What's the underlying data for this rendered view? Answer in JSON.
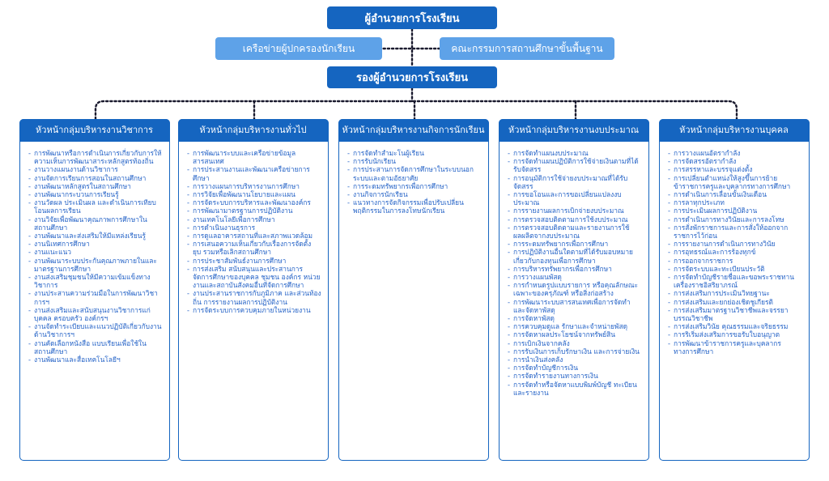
{
  "director": "ผู้อำนวยการโรงเรียน",
  "left_side": "เครือข่ายผู้ปกครองนักเรียน",
  "right_side": "คณะกรรมการสถานศึกษาขั้นพื้นฐาน",
  "deputy": "รองผู้อำนวยการโรงเรียน",
  "colors": {
    "primary": "#1565c0",
    "secondary": "#5ea2e8",
    "text": "#2563c7"
  },
  "columns": [
    {
      "title": "หัวหน้ากลุ่มบริหารงานวิชาการ",
      "items": [
        "การพัฒนาหรือการดำเนินการเกี่ยวกับการให้ความเห็นการพัฒนาสาระหลักสูตรท้องถิ่น",
        "งานวางแผนงานด้านวิชาการ",
        "งานจัดการเรียนการสอนในสถานศึกษา",
        "งานพัฒนาหลักสูตรในสถานศึกษา",
        "งานพัฒนากระบวนการเรียนรู้",
        "งานวัดผล ประเมินผล และดำเนินการเทียบโอนผลการเรียน",
        "งานวิจัยเพื่อพัฒนาคุณภาพการศึกษาในสถานศึกษา",
        "งานพัฒนาและส่งเสริมให้มีแหล่งเรียนรู้",
        "งานนิเทศการศึกษา",
        "งานแนะแนว",
        "งานพัฒนาระบบประกันคุณภาพภายในและมาตรฐานการศึกษา",
        "งานส่งเสริมชุมชนให้มีความเข้มแข็งทางวิชาการ",
        "งานประสานความร่วมมือในการพัฒนาวิชาการฯ",
        "งานส่งเสริมและสนับสนุนงานวิชาการแก่บุคคล ครอบครัว องค์กรฯ",
        "งานจัดทำระเบียบและแนวปฏิบัติเกี่ยวกับงานด้านวิชาการฯ",
        "งานคัดเลือกหนังสือ แบบเรียนเพื่อใช้ในสถานศึกษา",
        "งานพัฒนาและสื่อเทคโนโลยีฯ"
      ]
    },
    {
      "title": "หัวหน้ากลุ่มบริหารงานทั่วไป",
      "items": [
        "การพัฒนาระบบและเครือข่ายข้อมูลสารสนเทศ",
        "การประสานงานและพัฒนาเครือข่ายการศึกษา",
        "การวางแผนการบริหารงานการศึกษา",
        "การวิจัยเพื่อพัฒนานโยบายและแผน",
        "การจัดระบบการบริหารและพัฒนาองค์กร",
        "การพัฒนามาตรฐานการปฏิบัติงาน",
        "งานเทคโนโลยีเพื่อการศึกษา",
        "การดำเนินงานธุรการ",
        "การดูแลอาคารสถานที่และสภาพแวดล้อม",
        "การเสนอความเห็นเกี่ยวกับเรื่องการจัดตั้ง ยุบ รวมหรือเลิกสถานศึกษา",
        "การประชาสัมพันธ์งานการศึกษา",
        "การส่งเสริม สนับสนุนและประสานการจัดการศึกษาของบุคคล ชุมชน องค์กร หน่วยงานและสถาบันสังคมอื่นที่จัดการศึกษา",
        "งานประสานราชการกับภูมิภาค และส่วนท้องถิ่น การรายงานผลการปฏิบัติงาน",
        "การจัดระบบการควบคุมภายในหน่วยงาน"
      ]
    },
    {
      "title": "หัวหน้ากลุ่มบริหารงานกิจการนักเรียน",
      "items": [
        "การจัดทำสำมะโนผู้เรียน",
        "การรับนักเรียน",
        "การประสานการจัดการศึกษาในระบบนอกระบบและตามอัธยาศัย",
        "การระดมทรัพยากรเพื่อการศึกษา",
        "งานกิจการนักเรียน",
        "แนวทางการจัดกิจกรรมเพื่อปรับเปลี่ยนพฤติกรรมในการลงโทษนักเรียน"
      ]
    },
    {
      "title": "หัวหน้ากลุ่มบริหารงานงบประมาณ",
      "items": [
        "การจัดทำแผนงบประมาณ",
        "การจัดทำแผนปฏิบัติการใช้จ่ายเงินตามที่ได้รับจัดสรร",
        "การอนุมัติการใช้จ่ายงบประมาณที่ได้รับจัดสรร",
        "การขอโอนและการขอเปลี่ยนแปลงงบประมาณ",
        "การรายงานผลการเบิกจ่ายงบประมาณ",
        "การตรวจสอบติดตามการใช้งบประมาณ",
        "การตรวจสอบติดตามและรายงานการใช้ผลผลิตจากงบประมาณ",
        "การระดมทรัพยากรเพื่อการศึกษา",
        "การปฏิบัติงานอื่นใดตามที่ได้รับมอบหมายเกี่ยวกับกองทุนเพื่อการศึกษา",
        "การบริหารทรัพยากรเพื่อการศึกษา",
        "การวางแผนพัสดุ",
        "การกำหนดรูปแบบรายการ หรือคุณลักษณะเฉพาะของครุภัณฑ์ หรือสิ่งก่อสร้าง",
        "การพัฒนาระบบสารสนเทศเพื่อการจัดทำและจัดหาพัสดุ",
        "การจัดหาพัสดุ",
        "การควบคุมดูแล รักษาและจำหน่ายพัสดุ",
        "การจัดหาผลประโยชน์จากทรัพย์สิน",
        "การเบิกเงินจากคลัง",
        "การรับเงินการเก็บรักษาเงิน และการจ่ายเงิน",
        "การนำเงินส่งคลัง",
        "การจัดทำบัญชีการเงิน",
        "การจัดทำรายงานทางการเงิน",
        "การจัดทำหรือจัดหาแบบพิมพ์บัญชี ทะเบียนและรายงาน"
      ]
    },
    {
      "title": "หัวหน้ากลุ่มบริหารงานบุคคล",
      "items": [
        "การวางแผนอัตรากำลัง",
        "การจัดสรรอัตรากำลัง",
        "การสรรหาและบรรจุแต่งตั้ง",
        "การเปลี่ยนตำแหน่งให้สูงขึ้นการย้ายข้าราชการครูและบุคลากรทางการศึกษา",
        "การดำเนินการเลื่อนขั้นเงินเดือน",
        "การลาทุกประเภท",
        "การประเมินผลการปฏิบัติงาน",
        "การดำเนินการทางวินัยและการลงโทษ",
        "การสั่งพักราชการและการสั่งให้ออกจากราชการไว้ก่อน",
        "การรายงานการดำเนินการทางวินัย",
        "การอุทธรณ์และการร้องทุกข์",
        "การออกจากราชการ",
        "การจัดระบบและทะเบียนประวัติ",
        "การจัดทำบัญชีรายชื่อและขอพระราชทานเครื่องราชอิสริยาภรณ์",
        "การส่งเสริมการประเมินวิทยฐานะ",
        "การส่งเสริมและยกย่องเชิดชูเกียรติ",
        "การส่งเสริมมาตรฐานวิชาชีพและจรรยาบรรณวิชาชีพ",
        "การส่งเสริมวินัย คุณธรรมและจริยธรรม",
        "การริเริ่มส่งเสริมการขอรับใบอนุญาต",
        "การพัฒนาข้าราชการครูและบุคลากรทางการศึกษา"
      ]
    }
  ]
}
